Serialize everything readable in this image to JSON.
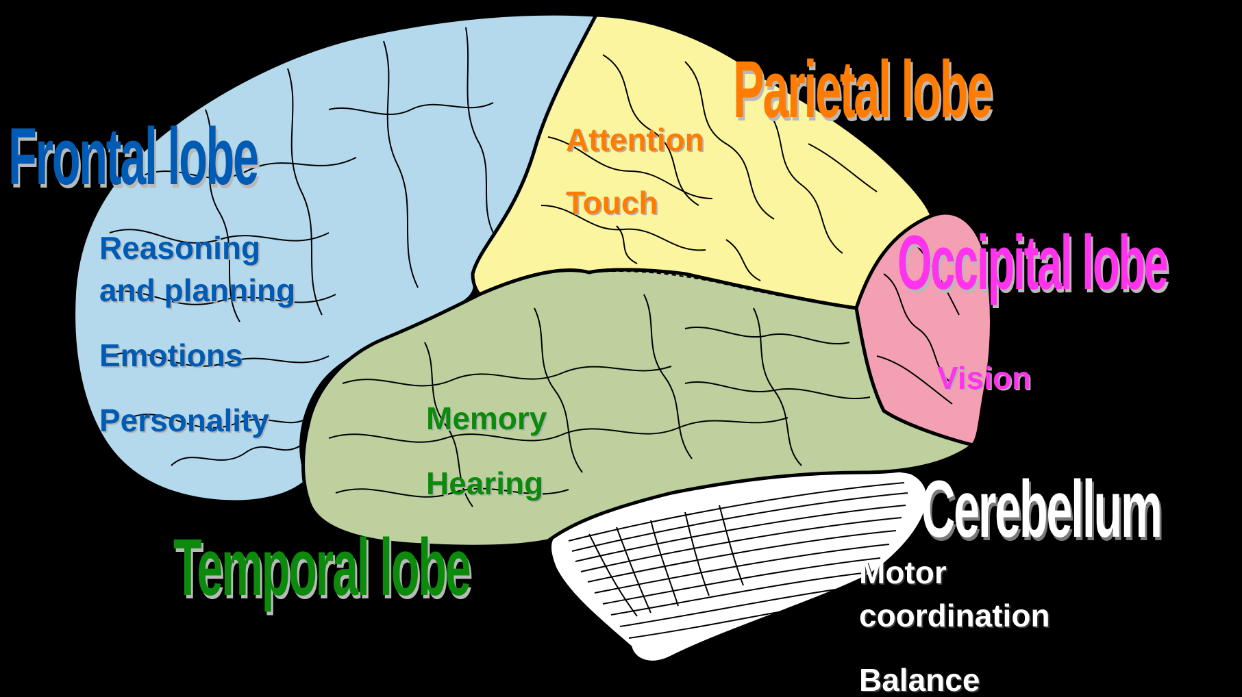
{
  "colors": {
    "background": "#000000",
    "frontal": "#005bb5",
    "frontal_fill": "#b4d8ec",
    "parietal": "#ff7c00",
    "parietal_fill": "#fbf5a0",
    "occipital": "#ff33ee",
    "occipital_fill": "#f3a0b3",
    "temporal": "#0b8a0b",
    "temporal_fill": "#bdd09d",
    "cerebellum": "#ffffff",
    "cerebellum_fill": "#ffffff"
  },
  "lobes": {
    "frontal": {
      "title": "Frontal lobe",
      "functions": [
        "Reasoning",
        "and planning",
        "Emotions",
        "Personality"
      ]
    },
    "parietal": {
      "title": "Parietal lobe",
      "functions": [
        "Attention",
        "Touch"
      ]
    },
    "occipital": {
      "title": "Occipital lobe",
      "functions": [
        "Vision"
      ]
    },
    "temporal": {
      "title": "Temporal lobe",
      "functions": [
        "Memory",
        "Hearing"
      ]
    },
    "cerebellum": {
      "title": "Cerebellum",
      "functions": [
        "Motor",
        "coordination",
        "Balance"
      ]
    }
  }
}
